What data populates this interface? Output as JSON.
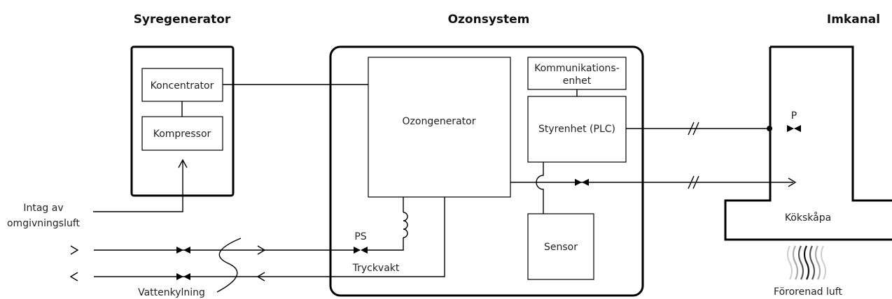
{
  "headers": {
    "oxygen": "Syregenerator",
    "ozone": "Ozonsystem",
    "duct": "Imkanal"
  },
  "components": {
    "concentrator": "Koncentrator",
    "compressor": "Kompressor",
    "ozone_generator": "Ozongenerator",
    "comm_unit_line1": "Kommunikations-",
    "comm_unit_line2": "enhet",
    "plc": "Styrenhet (PLC)",
    "sensor": "Sensor",
    "hood": "Kökskåpa"
  },
  "labels": {
    "intake_line1": "Intag av",
    "intake_line2": "omgivningsluft",
    "ps": "PS",
    "pressure_switch": "Tryckvakt",
    "water_cooling": "Vattenkylning",
    "p": "P",
    "polluted_air": "Förorenad luft"
  },
  "colors": {
    "line": "#000000",
    "text": "#222222",
    "smoke_dark": "#222222",
    "smoke_light": "#c8c8c8"
  }
}
